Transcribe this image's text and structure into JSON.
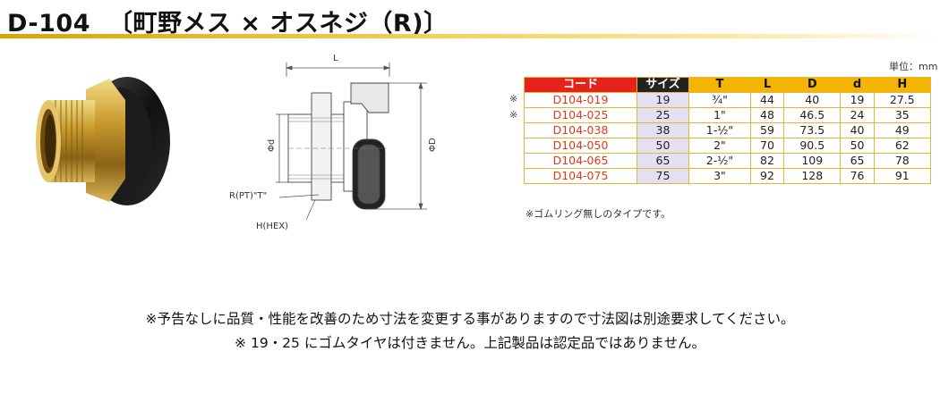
{
  "header": {
    "code": "D-104",
    "subtitle": "〔町野メス × オスネジ（R)〕"
  },
  "drawing": {
    "label_L": "L",
    "label_d": "Φd",
    "label_D": "ΦD",
    "label_R": "R(PT)\"T\"",
    "label_H": "H(HEX)"
  },
  "unit_label": "単位：mm",
  "table": {
    "headers": [
      "コード",
      "サイズ",
      "T",
      "L",
      "D",
      "d",
      "H"
    ],
    "rows": [
      {
        "mark": "※",
        "cells": [
          "D104-019",
          "19",
          "¾\"",
          "44",
          "40",
          "19",
          "27.5"
        ]
      },
      {
        "mark": "※",
        "cells": [
          "D104-025",
          "25",
          "1\"",
          "48",
          "46.5",
          "24",
          "35"
        ]
      },
      {
        "mark": "",
        "cells": [
          "D104-038",
          "38",
          "1-½\"",
          "59",
          "73.5",
          "40",
          "49"
        ]
      },
      {
        "mark": "",
        "cells": [
          "D104-050",
          "50",
          "2\"",
          "70",
          "90.5",
          "50",
          "62"
        ]
      },
      {
        "mark": "",
        "cells": [
          "D104-065",
          "65",
          "2-½\"",
          "82",
          "109",
          "65",
          "78"
        ]
      },
      {
        "mark": "",
        "cells": [
          "D104-075",
          "75",
          "3\"",
          "92",
          "128",
          "76",
          "91"
        ]
      }
    ],
    "note": "※ゴムリング無しのタイプです。"
  },
  "notes": {
    "line1": "※予告なしに品質・性能を改善のため寸法を変更する事がありますので寸法図は別途要求してください。",
    "line2": "※ 19・25 にゴムタイヤは付きません。上記製品は認定品ではありません。"
  },
  "colors": {
    "accent_gold": "#f4b400",
    "code_header_red": "#e5221c",
    "code_text_red": "#e23a1a",
    "size_bg": "#e4dff2"
  }
}
